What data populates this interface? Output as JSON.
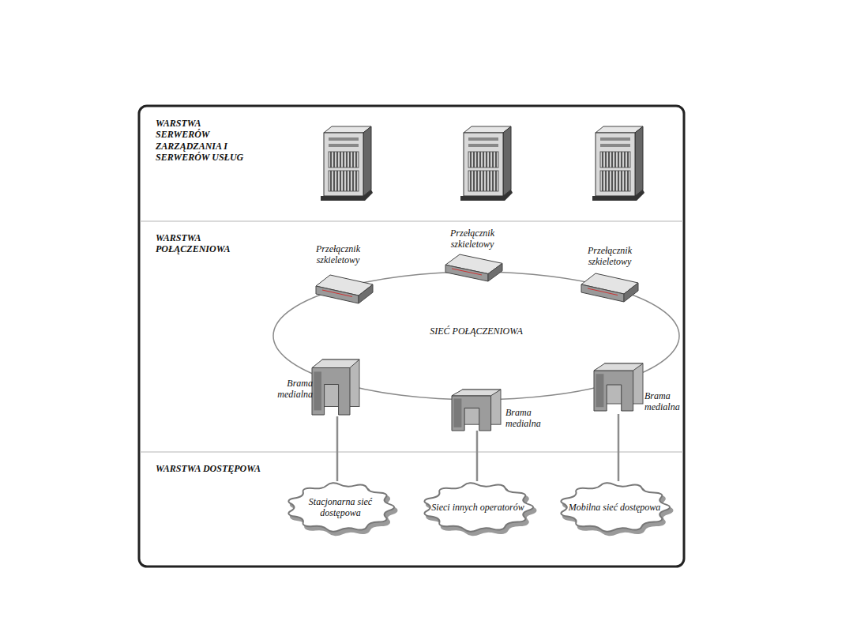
{
  "diagram": {
    "nodes": [
      {
        "text": [
          "WARSTWA SERWERÓW ZARZĄDZANIA I SERWERÓW USŁUG"
        ]
      },
      {
        "text": [
          "WARSTWA POŁĄCZENIOWA"
        ]
      },
      {
        "text": [
          "Przełącznik szkieletowy"
        ],
        "in": 1
      },
      {
        "text": [
          "Przełącznik szkieletowy"
        ],
        "in": 1
      },
      {
        "text": [
          "Przełącznik szkieletowy"
        ],
        "in": 1
      },
      {
        "text": [
          "SIEĆ POŁĄCZENIOWA"
        ],
        "in": 1
      },
      {
        "text": [
          "Brama medialna"
        ],
        "in": 1
      },
      {
        "text": [
          "Brama medialna"
        ],
        "in": 1
      },
      {
        "text": [
          "Brama medialna"
        ],
        "in": 1
      },
      {
        "text": [
          "WARSTWA DOSTĘPOWA"
        ]
      },
      {
        "text": [
          "Stacjonarna sieć dostępowa"
        ],
        "in": 9
      },
      {
        "text": [
          "Sieci innych operatorów"
        ],
        "in": 9
      },
      {
        "text": [
          "Mobilna sieć dostępowa"
        ],
        "in": 9
      }
    ],
    "edges": [
      {
        "from": 6,
        "to": 10,
        "arrow": "none"
      },
      {
        "from": 7,
        "to": 11,
        "arrow": "none"
      },
      {
        "from": 8,
        "to": 12,
        "arrow": "none"
      }
    ]
  }
}
